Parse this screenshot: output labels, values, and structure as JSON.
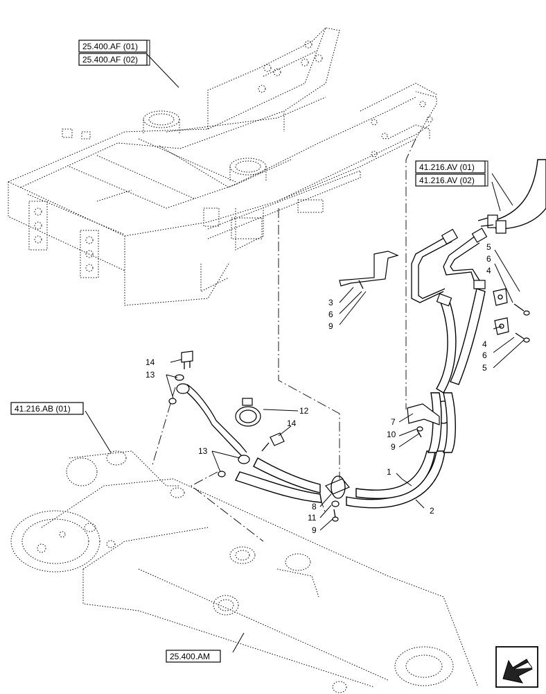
{
  "references": {
    "frame_01": "25.400.AF (01)",
    "frame_02": "25.400.AF (02)",
    "valve_01": "41.216.AV (01)",
    "valve_02": "41.216.AV (02)",
    "steering": "41.216.AB (01)",
    "axle": "25.400.AM"
  },
  "callouts": {
    "c1": "1",
    "c2": "2",
    "c3": "3",
    "c6a": "6",
    "c9a": "9",
    "c5a": "5",
    "c6b": "6",
    "c4a": "4",
    "c4b": "4",
    "c6c": "6",
    "c5b": "5",
    "c7": "7",
    "c10": "10",
    "c9b": "9",
    "c8": "8",
    "c11": "11",
    "c9c": "9",
    "c12": "12",
    "c13a": "13",
    "c13b": "13",
    "c14a": "14",
    "c14b": "14"
  },
  "icons": {
    "nav": "arrow-left-down-icon"
  }
}
